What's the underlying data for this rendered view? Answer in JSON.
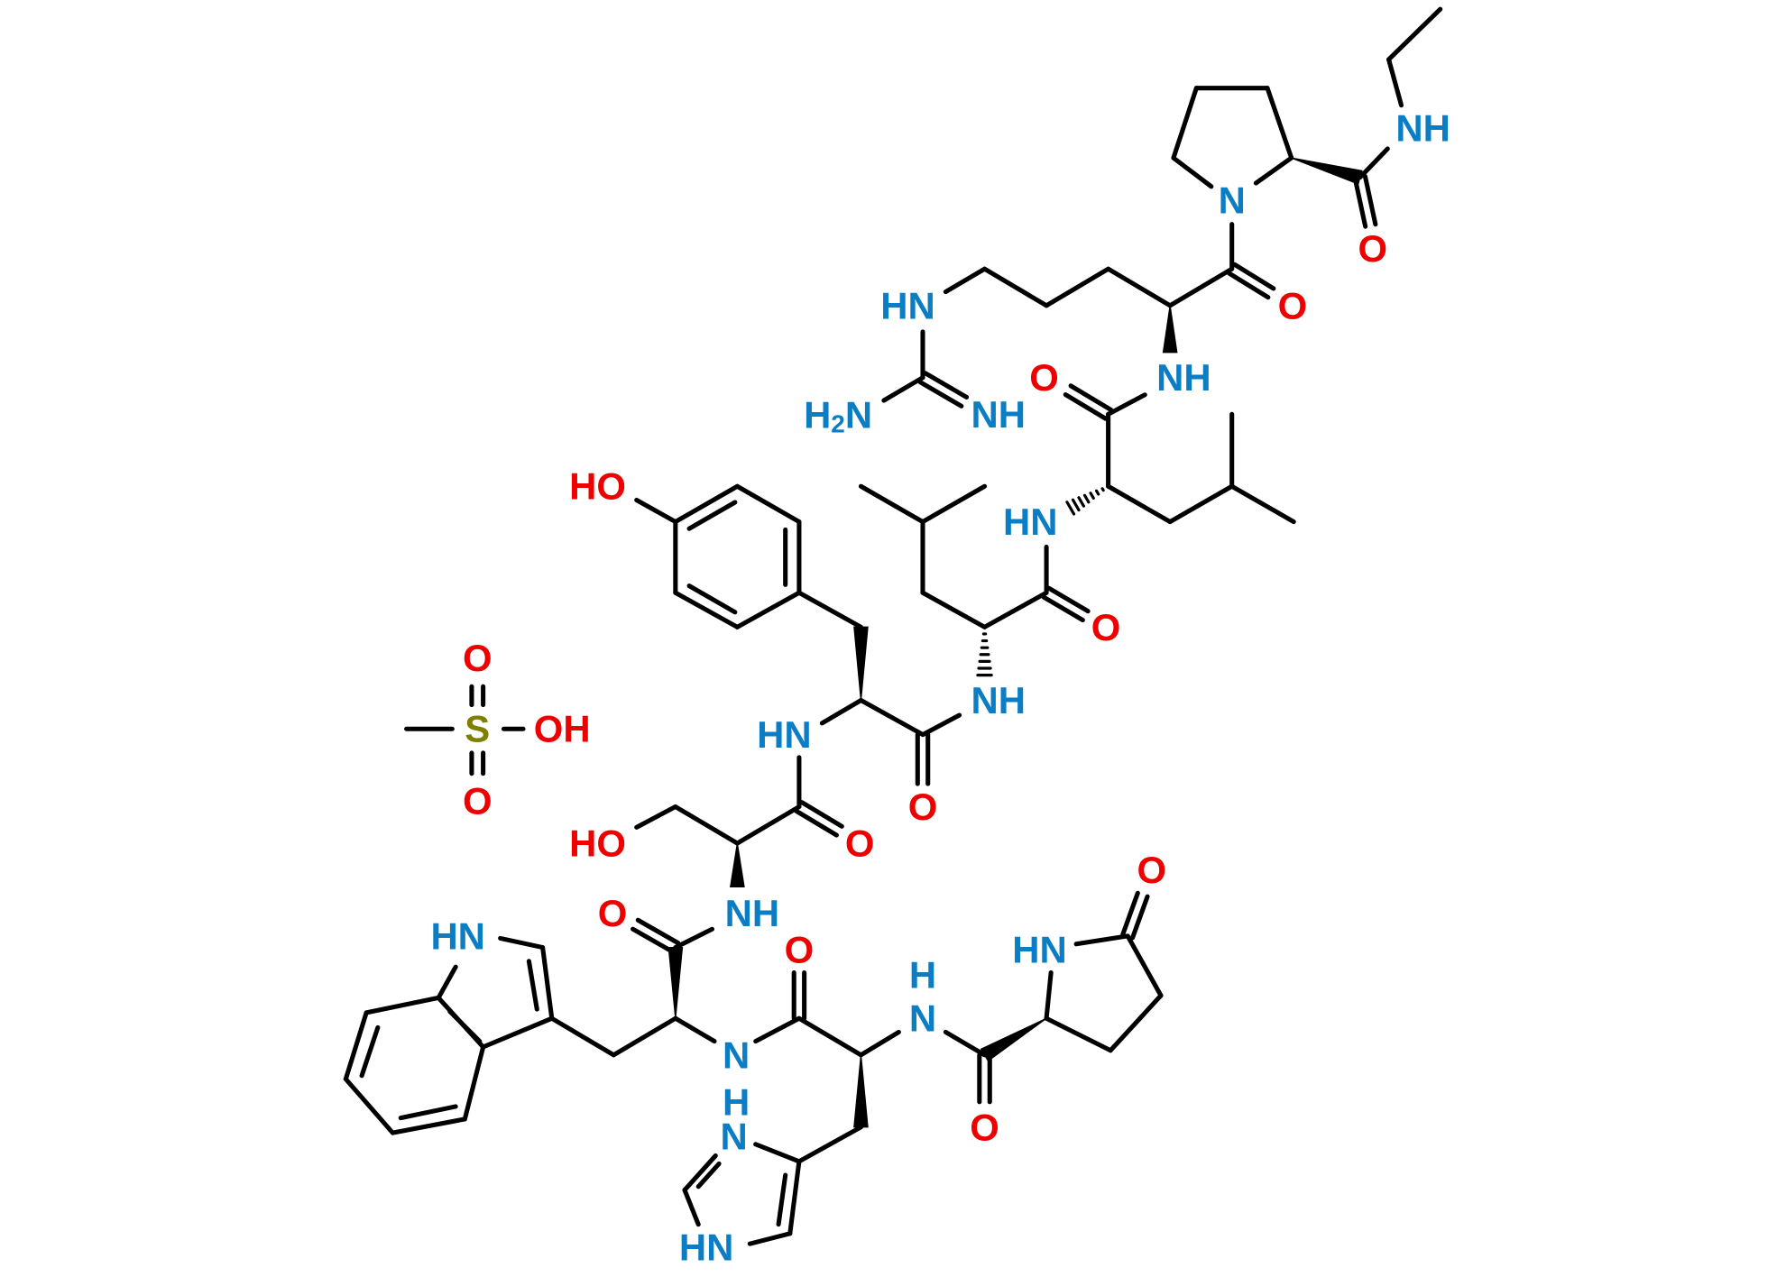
{
  "title": "Leuprolide mesylate structure",
  "colors": {
    "bond": "#000000",
    "nitrogen": "#0A7DC4",
    "oxygen": "#EE0000",
    "sulfur": "#808000"
  },
  "labels": {
    "nh_ethylamide": "NH",
    "o_ethylamide": "O",
    "n_proline": "N",
    "o_arg": "O",
    "hn_guan": "HN",
    "h2n_h": "H",
    "h2n_2": "2",
    "h2n_n": "N",
    "nh_guan_imine": "NH",
    "nh_arg": "NH",
    "o_leu1": "O",
    "hn_leu1": "HN",
    "o_leu2": "O",
    "ho_tyr": "HO",
    "nh_leu2": "NH",
    "hn_tyr": "HN",
    "o_tyr": "O",
    "o_ser": "O",
    "ho_ser": "HO",
    "nh_ser": "NH",
    "o_trp": "O",
    "hn_indole": "HN",
    "n_trp": "N",
    "o_his": "O",
    "h_his_amide": "H",
    "n_his_amide": "N",
    "hn_pyroglu": "HN",
    "o_pyroglu_ring": "O",
    "o_pyroglu": "O",
    "h_imid": "H",
    "n_imid": "N",
    "hn_imid": "HN",
    "mesyl_o_top": "O",
    "mesyl_s": "S",
    "mesyl_oh": "OH",
    "mesyl_o_bottom": "O"
  }
}
